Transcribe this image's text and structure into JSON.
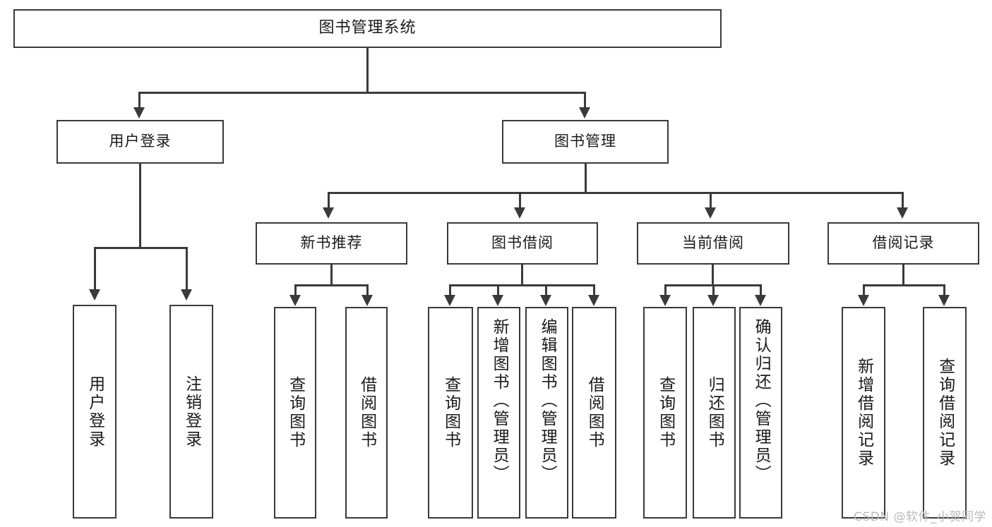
{
  "diagram": {
    "type": "tree-hierarchy",
    "title": "图书管理系统",
    "root": {
      "id": "root",
      "label": "图书管理系统"
    },
    "level2": [
      {
        "id": "user-login",
        "label": "用户登录"
      },
      {
        "id": "book-management",
        "label": "图书管理"
      }
    ],
    "level3": [
      {
        "id": "new-book-recommend",
        "label": "新书推荐",
        "parent": "book-management"
      },
      {
        "id": "book-borrow",
        "label": "图书借阅",
        "parent": "book-management"
      },
      {
        "id": "current-borrow",
        "label": "当前借阅",
        "parent": "book-management"
      },
      {
        "id": "borrow-record",
        "label": "借阅记录",
        "parent": "book-management"
      }
    ],
    "leaves": {
      "user_login": [
        {
          "id": "leaf-user-login",
          "label": "用户登录"
        },
        {
          "id": "leaf-user-logout",
          "label": "注销登录"
        }
      ],
      "new_book_recommend": [
        {
          "id": "leaf-query-book-1",
          "label": "查询图书"
        },
        {
          "id": "leaf-borrow-book-1",
          "label": "借阅图书"
        }
      ],
      "book_borrow": [
        {
          "id": "leaf-query-book-2",
          "label": "查询图书"
        },
        {
          "id": "leaf-add-book",
          "label": "新增图书（管理员）"
        },
        {
          "id": "leaf-edit-book",
          "label": "编辑图书（管理员）"
        },
        {
          "id": "leaf-borrow-book-2",
          "label": "借阅图书"
        }
      ],
      "current_borrow": [
        {
          "id": "leaf-query-book-3",
          "label": "查询图书"
        },
        {
          "id": "leaf-return-book",
          "label": "归还图书"
        },
        {
          "id": "leaf-confirm-return",
          "label": "确认归还（管理员）"
        }
      ],
      "borrow_record": [
        {
          "id": "leaf-add-record",
          "label": "新增借阅记录"
        },
        {
          "id": "leaf-query-record",
          "label": "查询借阅记录"
        }
      ]
    },
    "colors": {
      "stroke": "#3a3a3a",
      "fill": "#ffffff",
      "text": "#1a1a1a",
      "watermark": "#b9b9b9"
    }
  },
  "watermark": {
    "text": "CSDN @软件_小贺同学"
  }
}
